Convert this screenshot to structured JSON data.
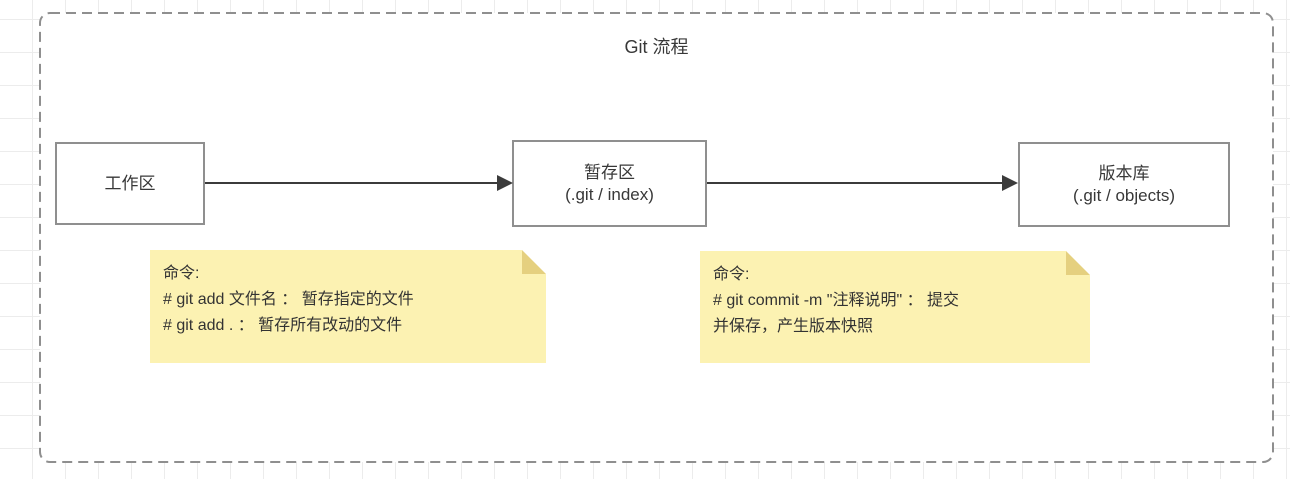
{
  "diagram": {
    "title": "Git 流程",
    "nodes": [
      {
        "id": "working-area",
        "lines": [
          "工作区"
        ]
      },
      {
        "id": "staging-area",
        "lines": [
          "暂存区",
          "(.git / index)"
        ]
      },
      {
        "id": "repository",
        "lines": [
          "版本库",
          "(.git / objects)"
        ]
      }
    ],
    "arrows": [
      {
        "from": "working-area",
        "to": "staging-area"
      },
      {
        "from": "staging-area",
        "to": "repository"
      }
    ],
    "notes": [
      {
        "id": "git-add-note",
        "lines": [
          "命令:",
          "# git add 文件名 ： 暂存指定的文件",
          "# git add . ： 暂存所有改动的文件"
        ]
      },
      {
        "id": "git-commit-note",
        "lines": [
          "命令:",
          "# git commit -m \"注释说明\" ： 提交",
          "并保存，产生版本快照"
        ]
      }
    ],
    "colors": {
      "note_fill": "#fcf2b2",
      "note_fold": "#e5d07f",
      "box_border": "#8f8f8f",
      "dashed_border": "#8f8f8f",
      "arrow": "#3b3b3b",
      "text": "#383838",
      "grid_line": "#ececec"
    }
  }
}
